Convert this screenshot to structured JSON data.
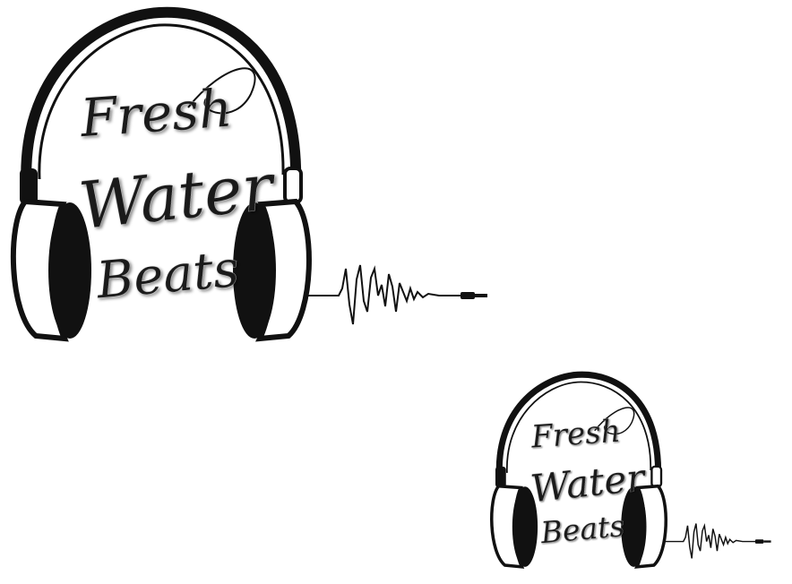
{
  "logo": {
    "wordmark": {
      "line1": "Fresh",
      "line2": "Water",
      "line3": "Beats"
    }
  },
  "colors": {
    "background": "#ffffff",
    "ink": "#111111"
  },
  "icons": [
    "headphones-icon",
    "audio-waveform-icon",
    "audio-plug-icon"
  ]
}
